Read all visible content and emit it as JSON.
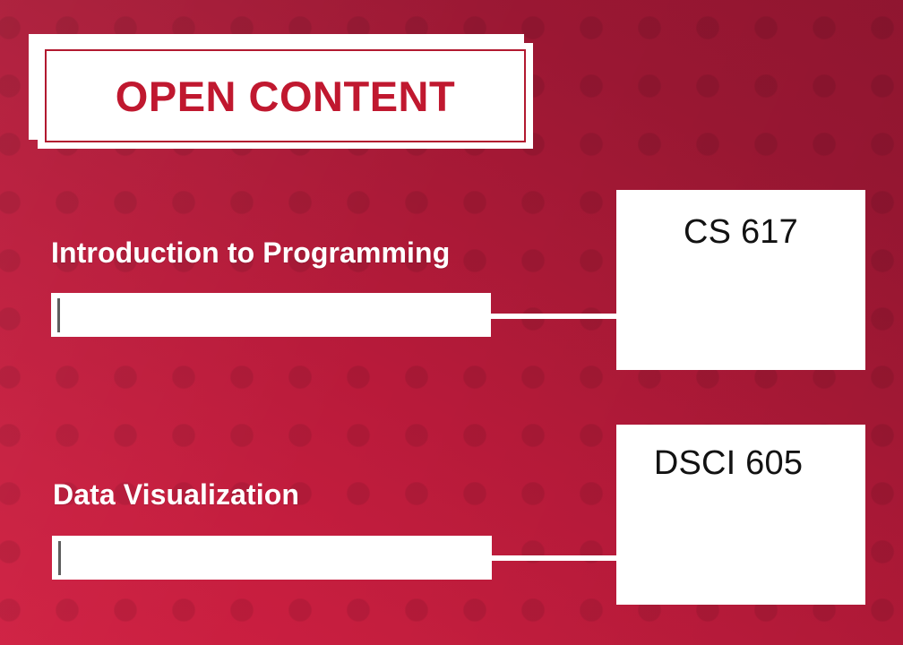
{
  "slide": {
    "title": "OPEN CONTENT",
    "background_color": "#b81a3a",
    "background_gradient_from": "#cf2042",
    "background_gradient_to": "#941631",
    "title_text_color": "#c0182f",
    "label_text_color": "#ffffff",
    "code_text_color": "#121212",
    "box_fill_color": "#ffffff"
  },
  "rows": [
    {
      "label": "Introduction to Programming",
      "field_value": "",
      "field_placeholder": "",
      "code": "CS 617"
    },
    {
      "label": "Data Visualization",
      "field_value": "",
      "field_placeholder": "",
      "code": "DSCI 605"
    }
  ]
}
